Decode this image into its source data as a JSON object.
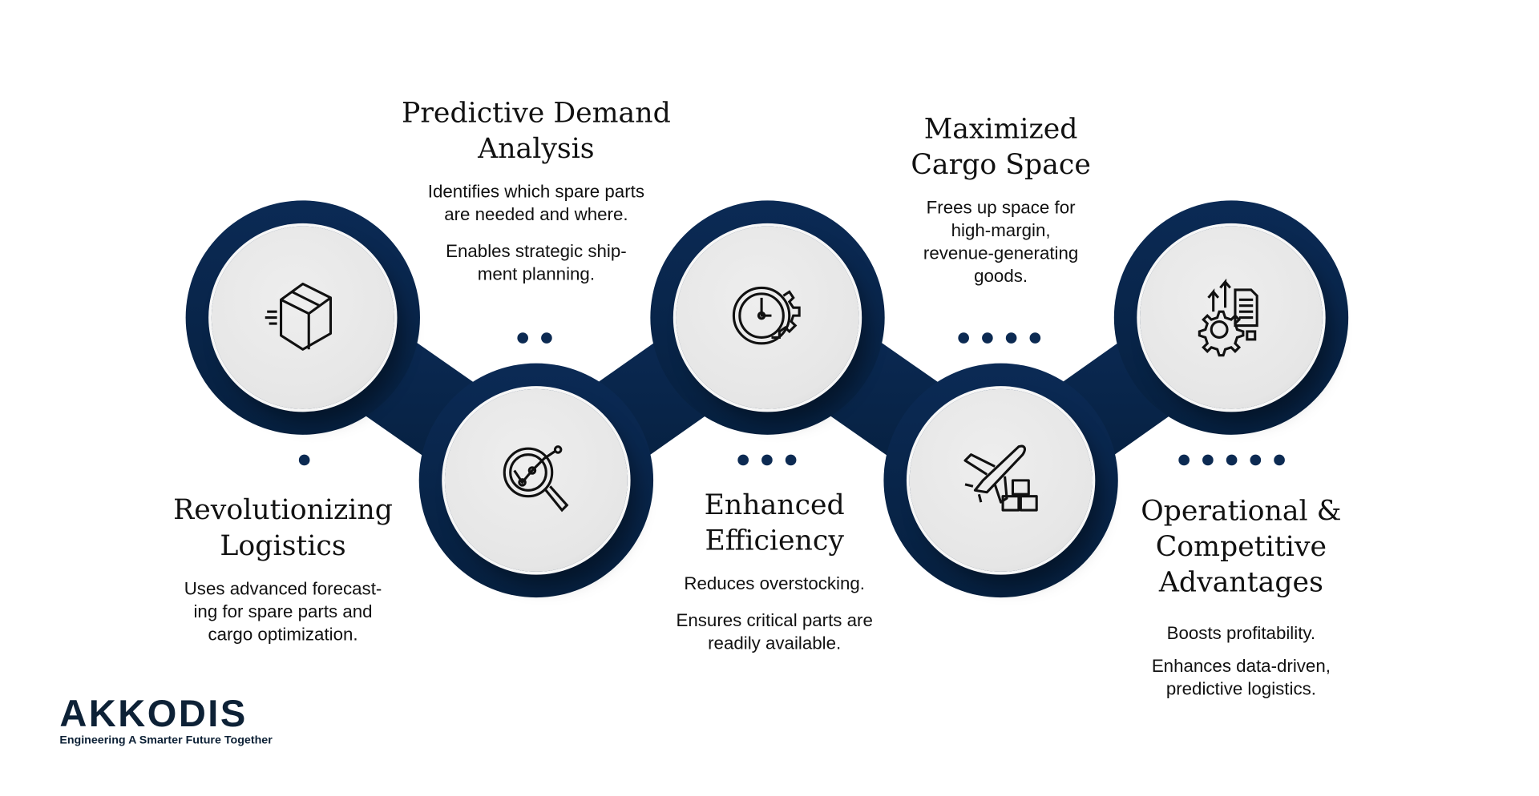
{
  "brand": {
    "name": "AKKODIS",
    "tagline": "Engineering A Smarter Future Together",
    "accent": "#f5b21b",
    "navy": "#0c2a52"
  },
  "steps": [
    {
      "title_lines": [
        "Revolutionizing",
        "Logistics"
      ],
      "paragraphs": [
        "Uses advanced forecast-ing for spare parts and cargo optimization."
      ],
      "icon": "box-icon",
      "dots": 1
    },
    {
      "title_lines": [
        "Predictive Demand",
        "Analysis"
      ],
      "paragraphs": [
        "Identifies which spare parts are needed and where.",
        "Enables strategic ship-ment planning."
      ],
      "icon": "magnifier-chart-icon",
      "dots": 2
    },
    {
      "title_lines": [
        "Enhanced",
        "Efficiency"
      ],
      "paragraphs": [
        "Reduces overstocking.",
        "Ensures critical parts are readily available."
      ],
      "icon": "gear-clock-icon",
      "dots": 3
    },
    {
      "title_lines": [
        "Maximized",
        "Cargo Space"
      ],
      "paragraphs": [
        "Frees up space for high-margin, revenue-generating goods."
      ],
      "icon": "plane-cargo-icon",
      "dots": 4
    },
    {
      "title_lines": [
        "Operational &",
        "Competitive",
        "Advantages"
      ],
      "paragraphs": [
        "Boosts profitability.",
        "Enhances data-driven, predictive logistics."
      ],
      "icon": "gear-report-icon",
      "dots": 5
    }
  ]
}
